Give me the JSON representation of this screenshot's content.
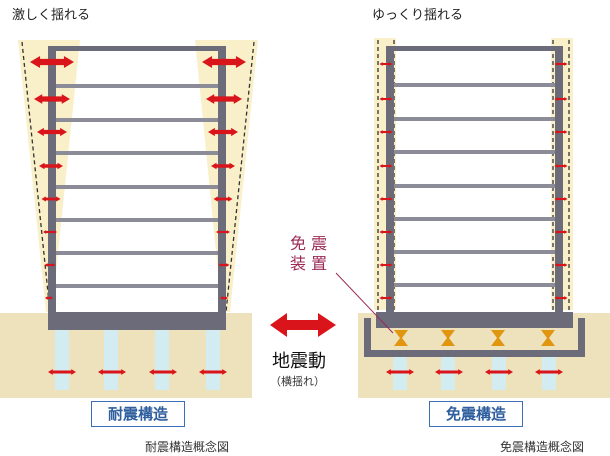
{
  "left": {
    "motion_label": "激しく揺れる",
    "structure_tag": "耐震構造",
    "caption": "耐震構造概念図"
  },
  "right": {
    "motion_label": "ゆっくり揺れる",
    "device_label_line1": "免 震",
    "device_label_line2": "装 置",
    "structure_tag": "免震構造",
    "caption": "免震構造概念図"
  },
  "center": {
    "quake_label": "地震動",
    "quake_sub": "（横揺れ）"
  },
  "colors": {
    "ground": "#eee2bd",
    "building": "#6b6b7a",
    "floor_line": "#8c8c99",
    "arrow": "#d9141b",
    "pile": "#d3ecf1",
    "zone": "#f9efc9",
    "isolator": "#e0960f",
    "device_label": "#9b2a55",
    "tag_border": "#3c6fb3"
  },
  "icons": [
    "double-arrow-icon"
  ]
}
